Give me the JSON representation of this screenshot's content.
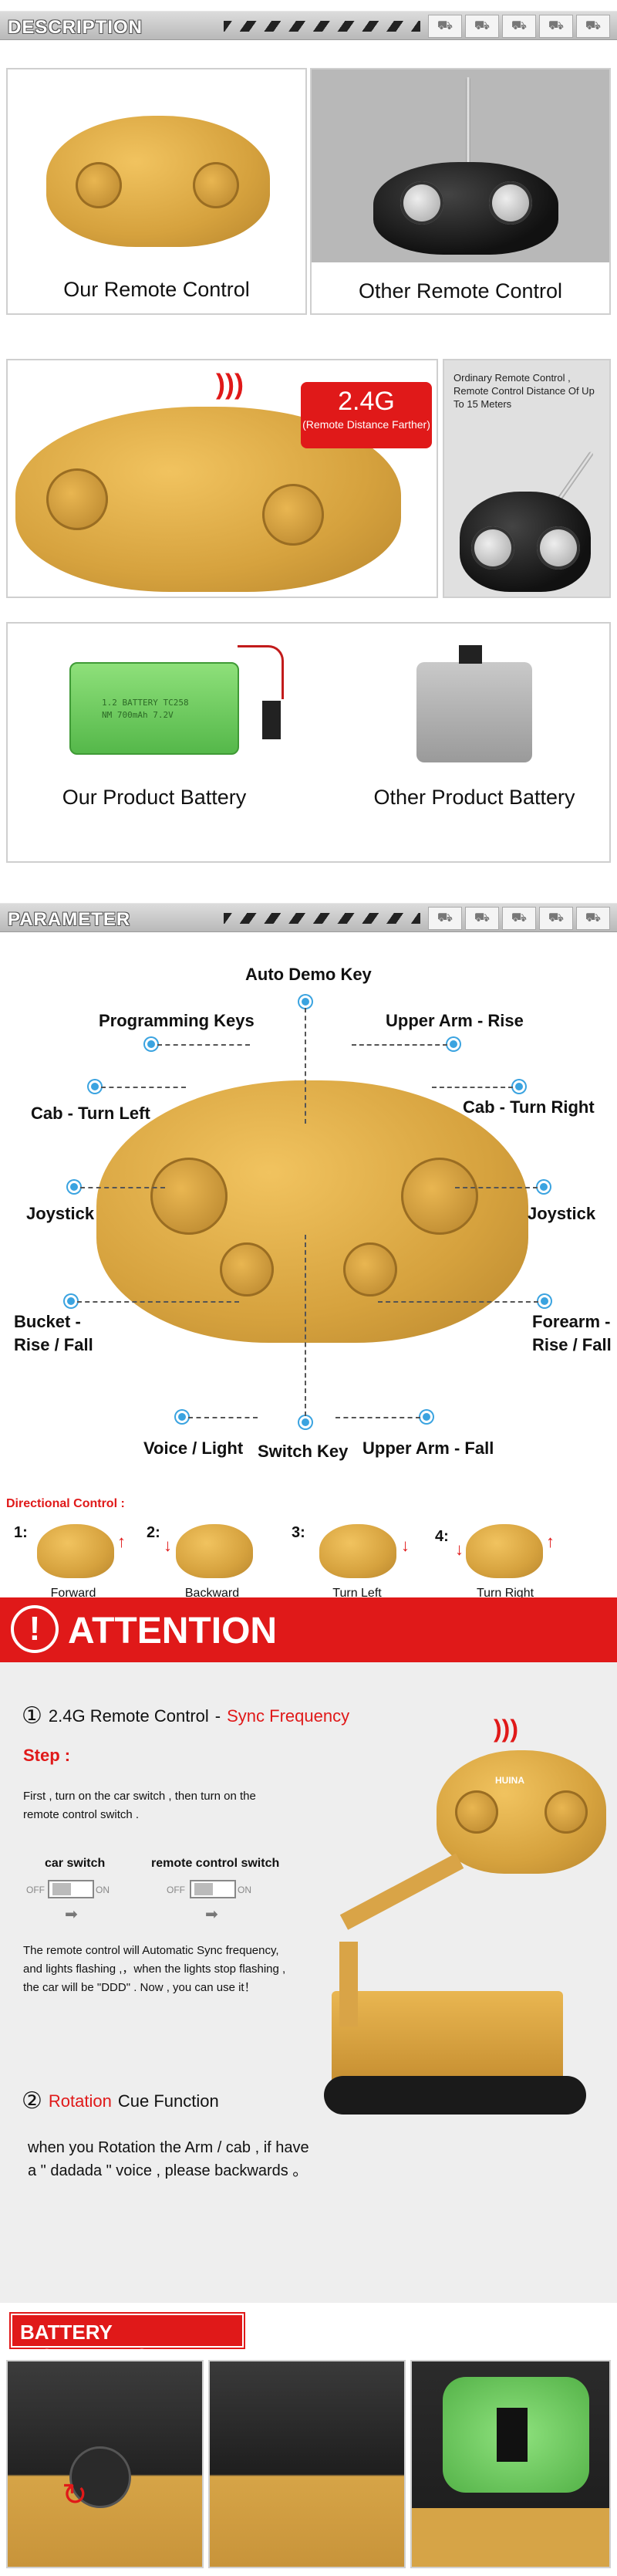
{
  "description": {
    "title": "DESCRIPTION"
  },
  "compare_remote": {
    "ours": "Our Remote Control",
    "other": "Other Remote Control"
  },
  "signal": {
    "badge": "2.4G",
    "badge_sub": "(Remote Distance Farther)",
    "ordinary_note": "Ordinary Remote Control , Remote Control Distance Of Up To 15 Meters"
  },
  "battery_compare": {
    "ours": "Our Product Battery",
    "other": "Other Product Battery",
    "label_line1": "1.2 BATTERY TC258",
    "label_line2": "NM 700mAh 7.2V"
  },
  "parameter": {
    "title": "PARAMETER",
    "keys": {
      "auto_demo": "Auto Demo Key",
      "programming": "Programming Keys",
      "upper_arm_rise": "Upper Arm - Rise",
      "cab_left": "Cab - Turn Left",
      "cab_right": "Cab - Turn Right",
      "joystick_left": "Joystick",
      "joystick_right": "Joystick",
      "bucket_line1": "Bucket -",
      "bucket_line2": "Rise / Fall",
      "forearm_line1": "Forearm -",
      "forearm_line2": "Rise / Fall",
      "voice_light": "Voice / Light",
      "switch_key": "Switch Key",
      "upper_arm_fall": "Upper Arm - Fall"
    }
  },
  "directional": {
    "title": "Directional Control :",
    "items": [
      {
        "num": "1:",
        "label": "Forward"
      },
      {
        "num": "2:",
        "label": "Backward"
      },
      {
        "num": "3:",
        "label": "Turn Left"
      },
      {
        "num": "4:",
        "label": "Turn Right"
      }
    ]
  },
  "attention": {
    "mark": "!",
    "title": "ATTENTION",
    "item1_num": "①",
    "item1_title": "2.4G Remote Control",
    "item1_dash": "-",
    "item1_highlight": "Sync Frequency",
    "step_label": "Step :",
    "step_text": "First ,   turn on the car switch , then turn on the remote control switch .",
    "car_switch": "car switch",
    "remote_switch": "remote control switch",
    "off": "OFF",
    "on": "ON",
    "sync_text": "The remote control will Automatic Sync frequency, and lights flashing ,，when the lights stop flashing , the car will be \"DDD\" . Now , you can use it！",
    "item2_num": "②",
    "item2_highlight": "Rotation",
    "item2_title": "Cue Function",
    "item2_text": "when you Rotation the Arm / cab , if have a \" dadada \" voice , please backwards 。",
    "brand": "HUINA"
  },
  "battery_install": {
    "title": "BATTERY INSTALLATION"
  },
  "colors": {
    "accent_red": "#e01919",
    "dot_blue": "#3aa3e0",
    "toy_yellow": "#e0ad47"
  }
}
